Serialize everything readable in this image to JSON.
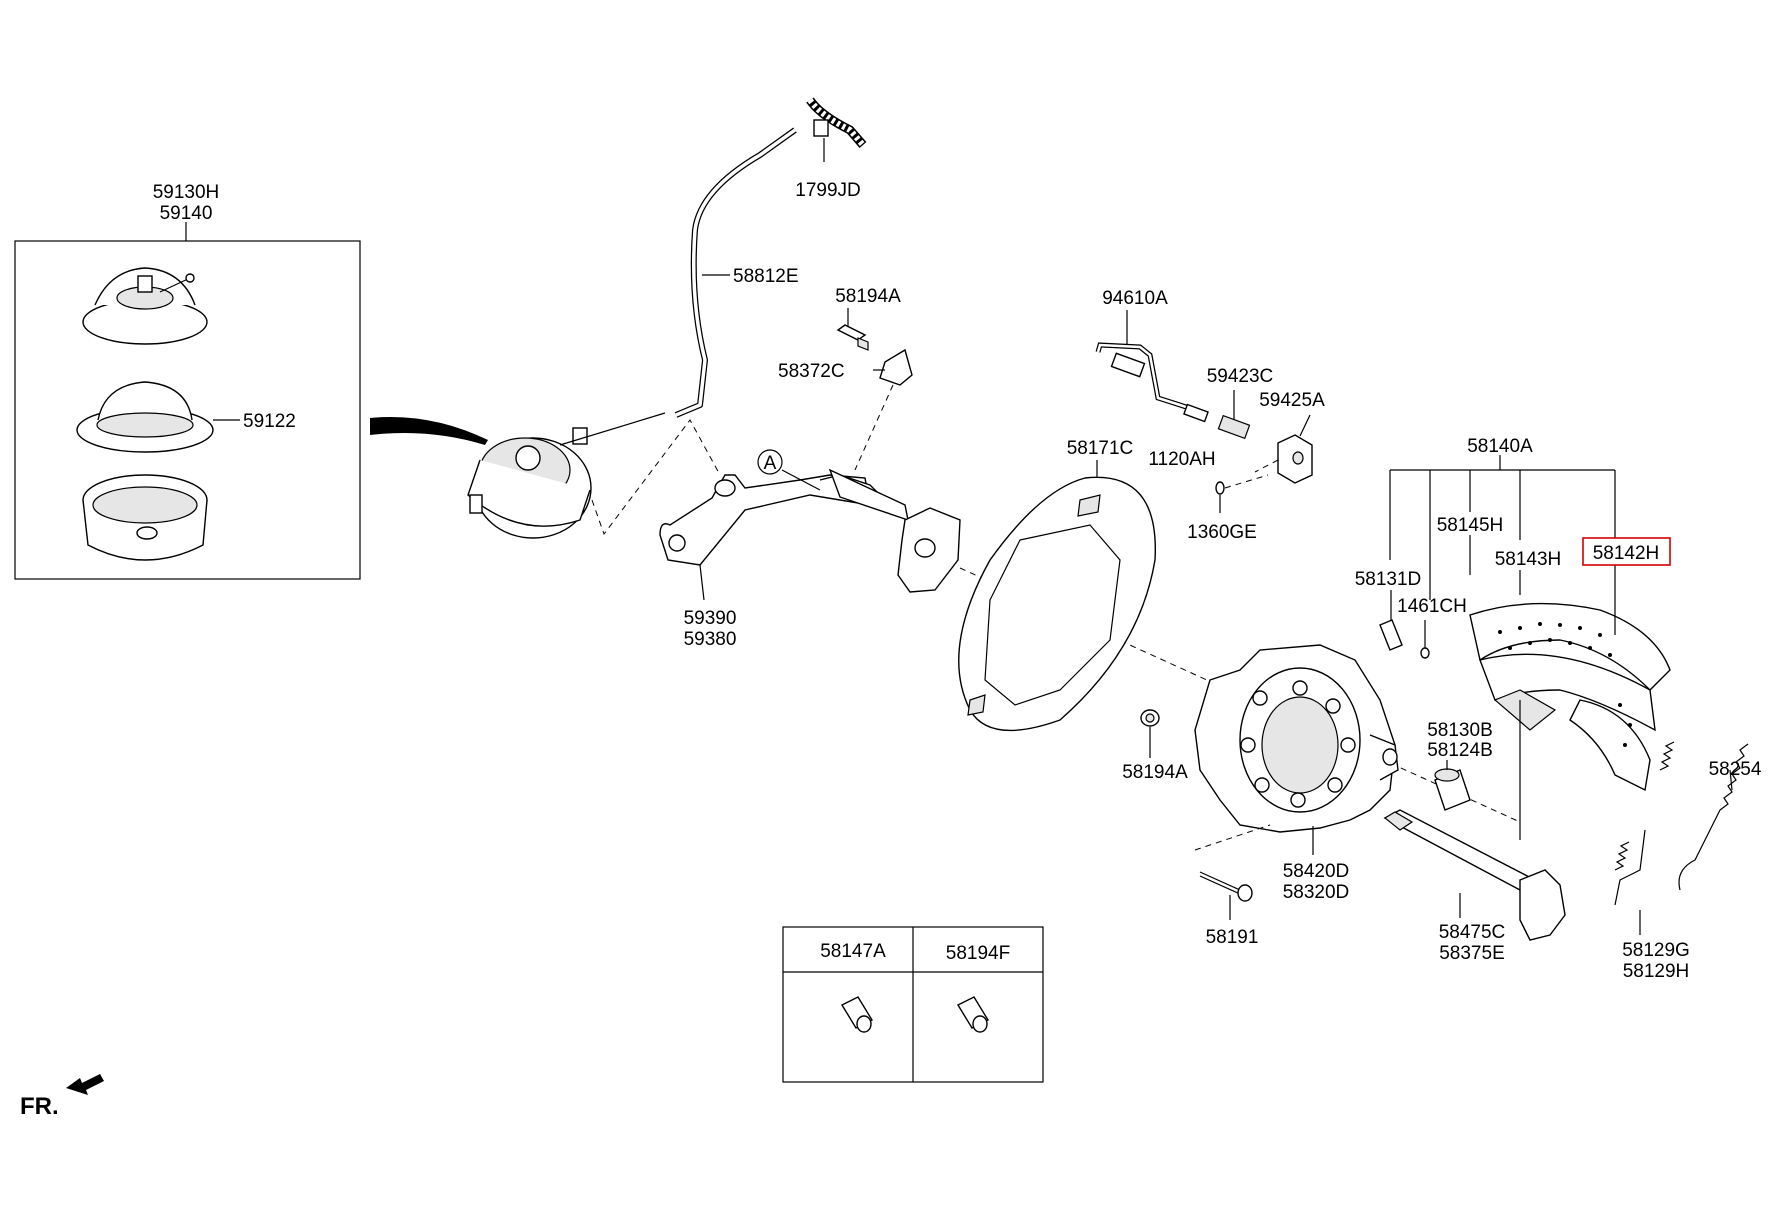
{
  "labels": {
    "l_59130H": "59130H",
    "l_59140": "59140",
    "l_59122": "59122",
    "l_1799JD": "1799JD",
    "l_58812E": "58812E",
    "l_58194A_top": "58194A",
    "l_58372C": "58372C",
    "l_59390": "59390",
    "l_59380": "59380",
    "l_A": "A",
    "l_94610A": "94610A",
    "l_59423C": "59423C",
    "l_59425A": "59425A",
    "l_58171C": "58171C",
    "l_1120AH": "1120AH",
    "l_1360GE": "1360GE",
    "l_58140A": "58140A",
    "l_58145H": "58145H",
    "l_58143H": "58143H",
    "l_58142H": "58142H",
    "l_58131D": "58131D",
    "l_1461CH": "1461CH",
    "l_58130B": "58130B",
    "l_58124B": "58124B",
    "l_58194A_mid": "58194A",
    "l_58254": "58254",
    "l_58420D": "58420D",
    "l_58320D": "58320D",
    "l_58191": "58191",
    "l_58475C": "58475C",
    "l_58375E": "58375E",
    "l_58129G": "58129G",
    "l_58129H": "58129H",
    "l_FR": "FR."
  },
  "parts_table": {
    "headers": [
      "58147A",
      "58194F"
    ]
  },
  "colors": {
    "line": "#000000",
    "highlight": "#d40000",
    "background": "#ffffff"
  }
}
